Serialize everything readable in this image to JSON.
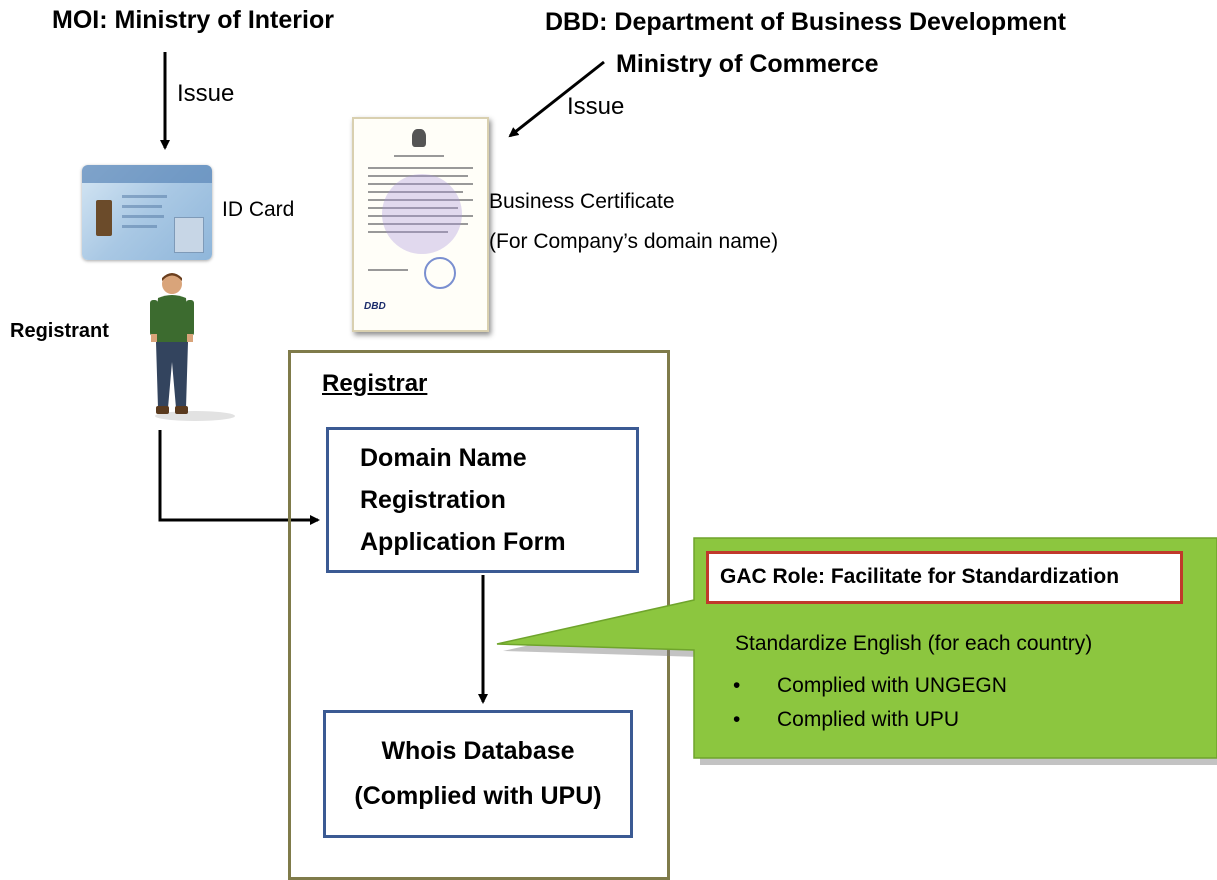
{
  "moi": {
    "title": "MOI: Ministry of Interior",
    "issue": "Issue"
  },
  "dbd": {
    "title": "DBD: Department of Business Development",
    "subtitle": "Ministry of Commerce",
    "issue": "Issue"
  },
  "id_card": {
    "label": "ID Card"
  },
  "certificate": {
    "label_line1": "Business Certificate",
    "label_line2": "(For Company’s domain name)",
    "logo": "DBD"
  },
  "registrant": {
    "label": "Registrant"
  },
  "registrar": {
    "title": "Registrar",
    "form": {
      "line1": "Domain Name",
      "line2": "Registration",
      "line3": "Application Form"
    },
    "whois": {
      "line1": "Whois Database",
      "line2": "(Complied with UPU)"
    }
  },
  "gac": {
    "role": "GAC Role: Facilitate for Standardization",
    "standardize": "Standardize English (for each country)",
    "bullets": [
      "Complied with UNGEGN",
      "Complied with UPU"
    ],
    "bullet_marker": "•"
  },
  "colors": {
    "registrar_border": "#7f7b4a",
    "box_border": "#3b5a93",
    "callout_fill": "#8cc63f",
    "role_border": "#c0392b"
  }
}
